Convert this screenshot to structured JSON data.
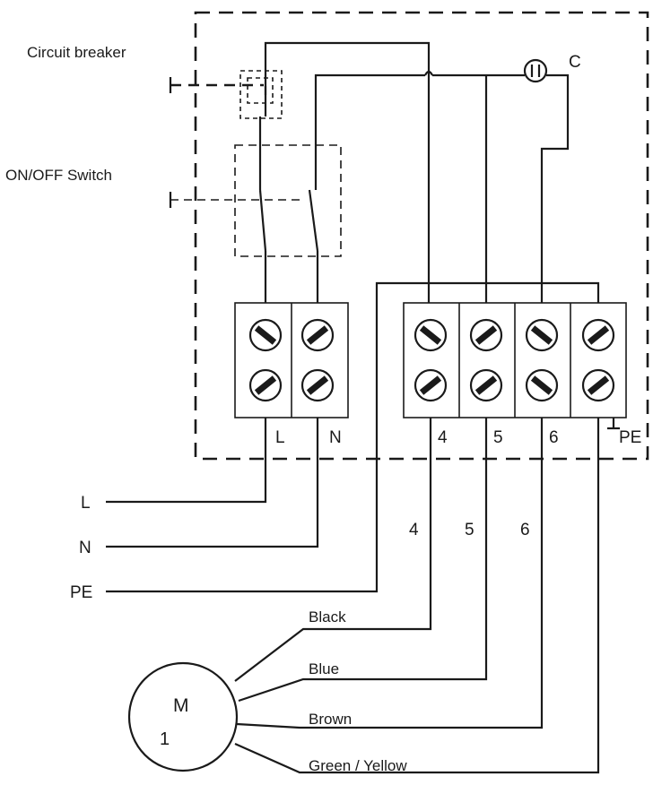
{
  "labels": {
    "circuit_breaker": "Circuit breaker",
    "on_off_switch": "ON/OFF Switch",
    "capacitor": "C"
  },
  "terminals": {
    "left": [
      "L",
      "N"
    ],
    "right": [
      "4",
      "5",
      "6",
      "PE"
    ]
  },
  "supply": [
    "L",
    "N",
    "PE"
  ],
  "wire_numbers": [
    "4",
    "5",
    "6"
  ],
  "motor": {
    "symbol": "M",
    "phase": "1",
    "wires": [
      "Black",
      "Blue",
      "Brown",
      "Green / Yellow"
    ]
  }
}
